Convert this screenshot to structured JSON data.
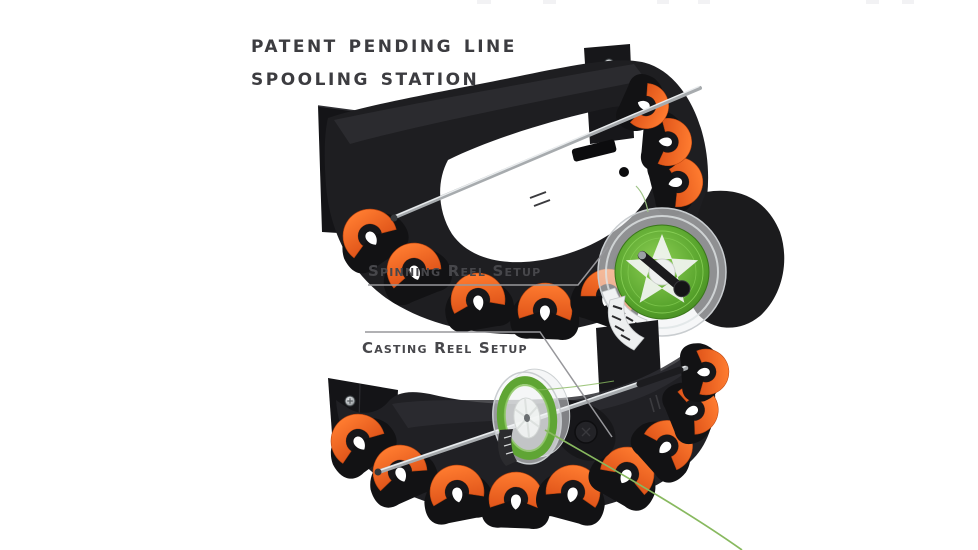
{
  "image": {
    "kind": "annotated product photo",
    "background": "#ffffff",
    "subject": "wall-mounted fishing line spooling station with orange rod cradles"
  },
  "title": {
    "line1": "Patent Pending Line",
    "line2": "Spooling Station"
  },
  "callouts": {
    "spinning": "Spinning Reel Setup",
    "casting": "Casting Reel Setup"
  },
  "product": {
    "status_text_in_title": "Patent Pending",
    "views": [
      {
        "id": "spinning-reel-setup",
        "label": "Spinning Reel Setup",
        "description": "upper station; line spool hangs vertically facing viewer with green braided line"
      },
      {
        "id": "casting-reel-setup",
        "label": "Casting Reel Setup",
        "description": "lower station; line spool mounted on horizontal stainless spooling rod, green line feeding off to lower right"
      }
    ],
    "details": {
      "visible_cradles_top_unit": 9,
      "visible_cradles_bottom_unit": 9,
      "wall_mount_plates_per_unit": 2,
      "screws_visible": true
    },
    "colors": {
      "body_black": "#1e1e21",
      "body_face": "#2d2d31",
      "base_black": "#121214",
      "cradle_orange": "#f2661f",
      "cradle_orange_dark": "#c94f12",
      "cradle_inner_black": "#17171a",
      "rod_silver": "#a7abae",
      "rod_highlight": "#e9ecee",
      "line_green": "#88b95f",
      "spool_green": "#57a32c",
      "spool_green_light": "#8cc763",
      "flange_clear": "#eef1f2",
      "title_text": "#3c3c40",
      "callout_text": "#47474b",
      "callout_line": "#97979b"
    }
  }
}
